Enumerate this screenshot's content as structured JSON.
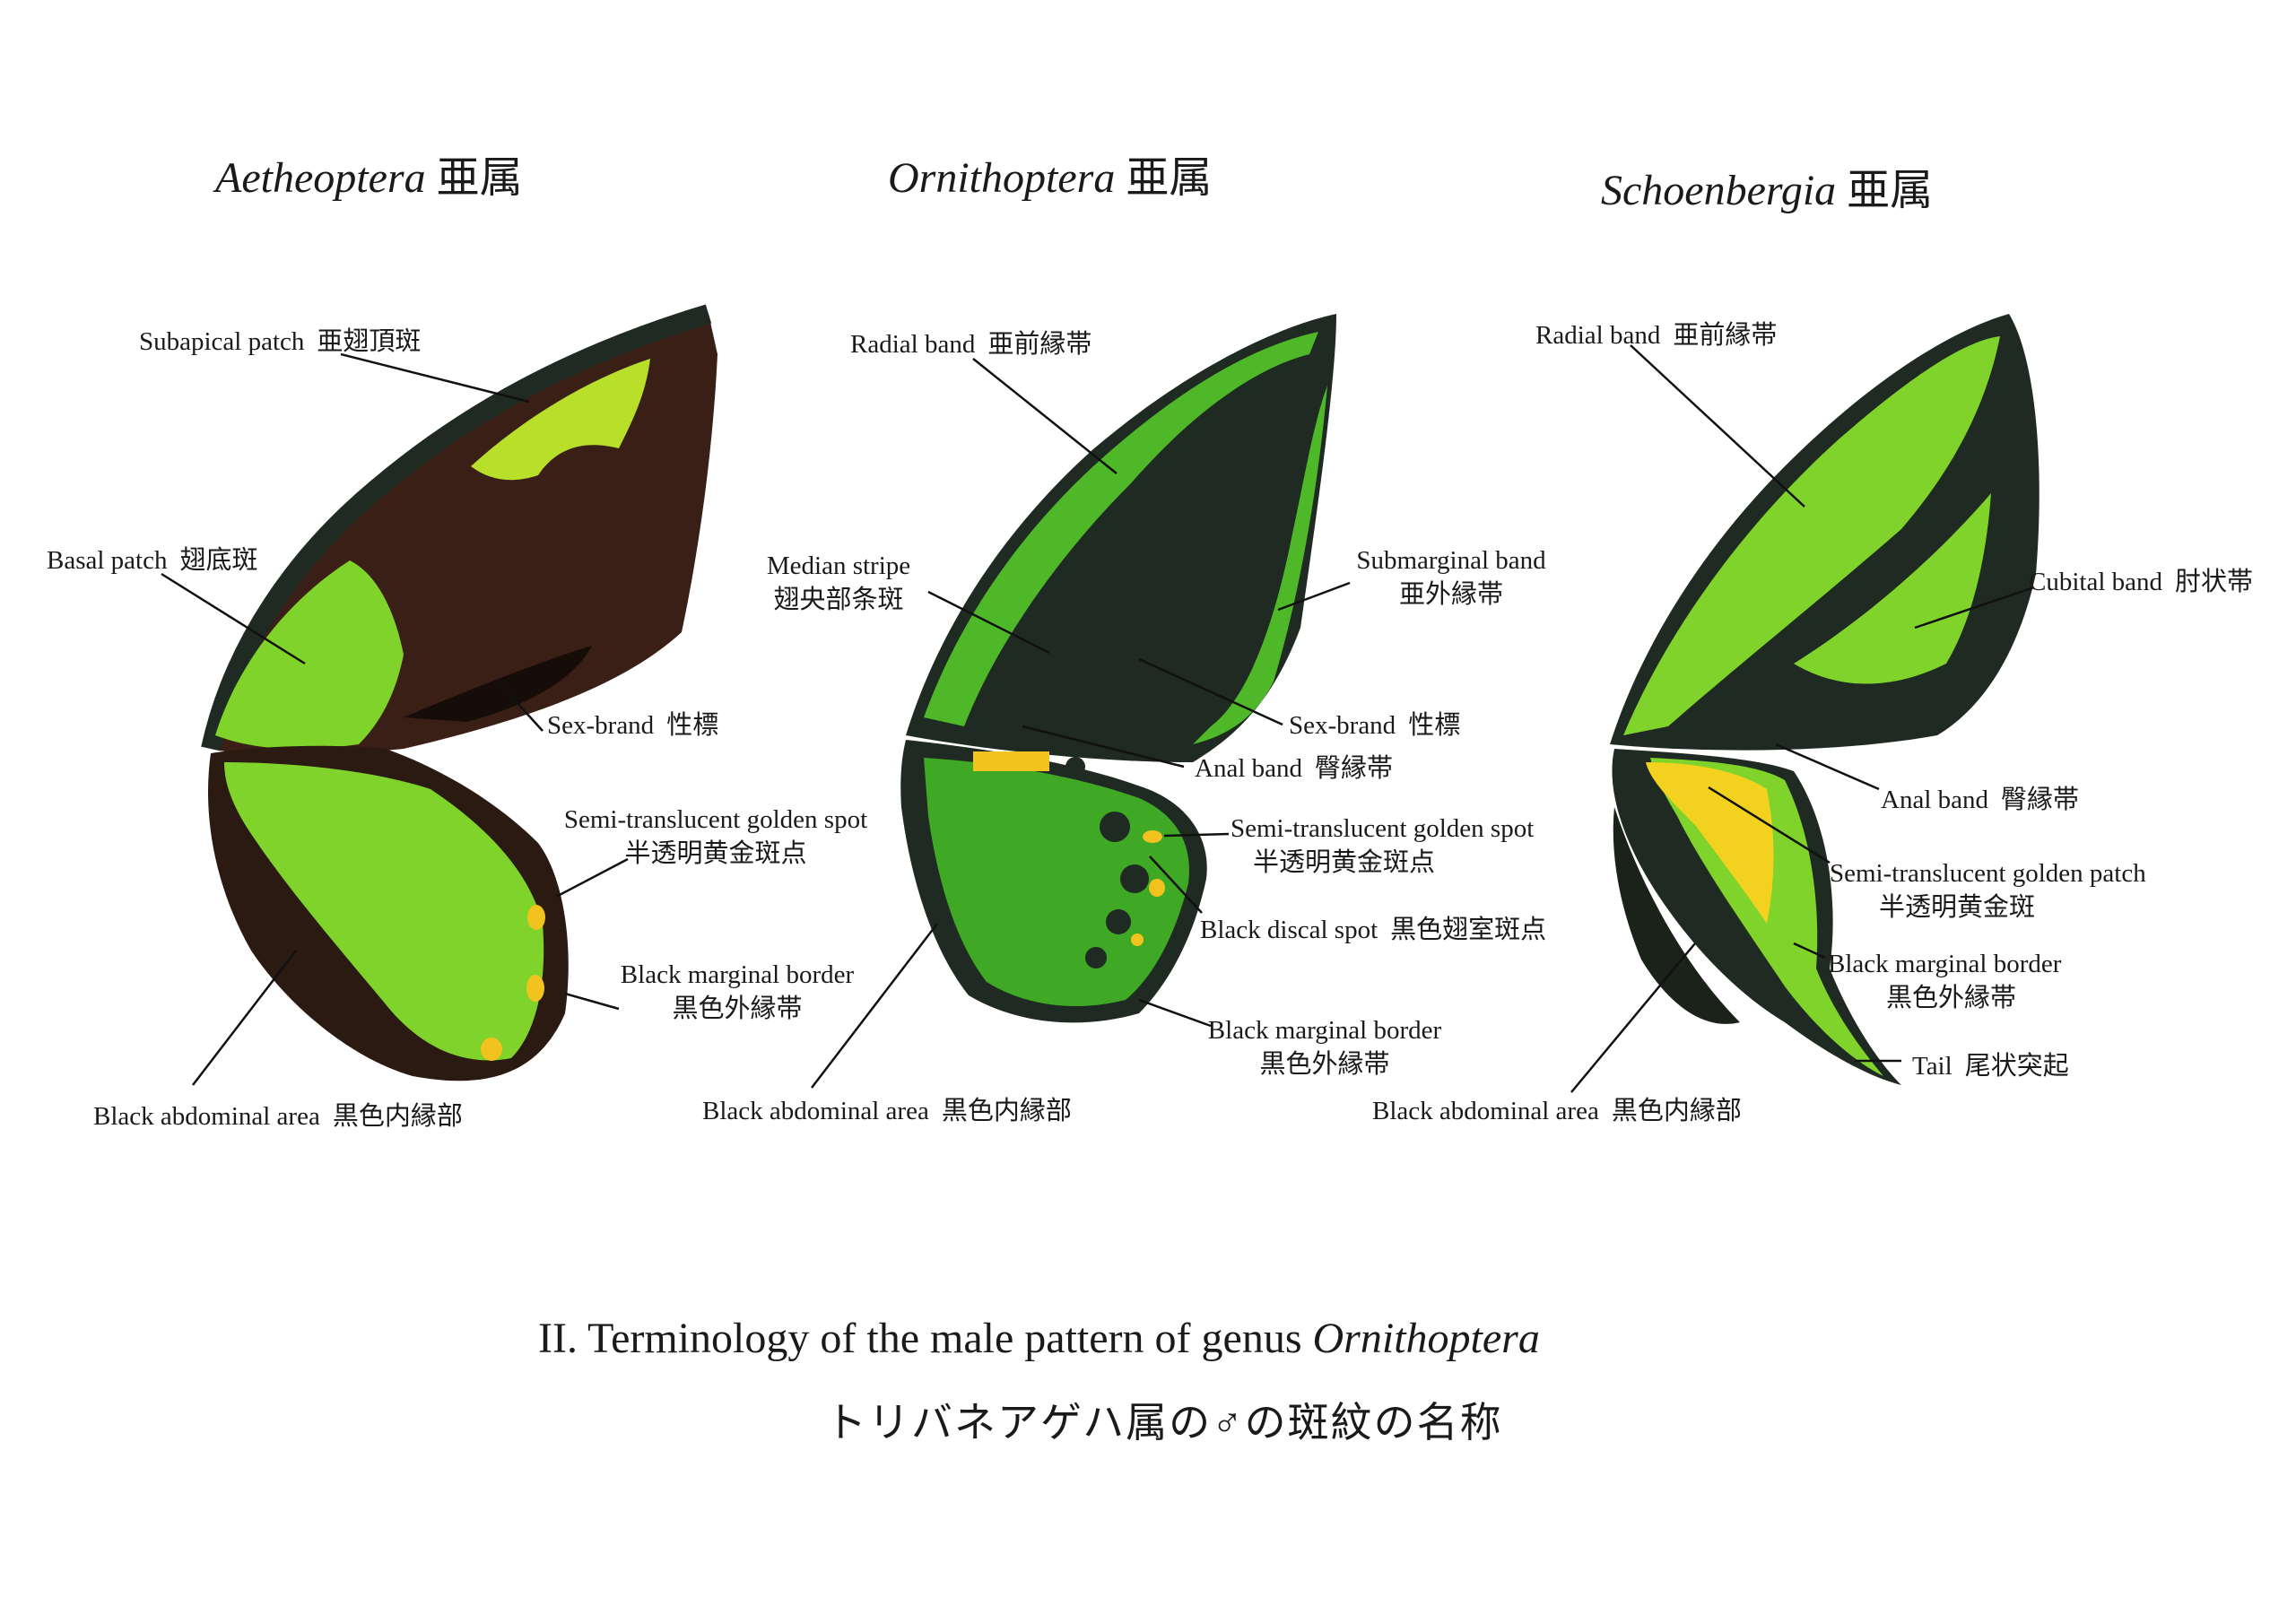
{
  "plate": {
    "background": "#ffffff",
    "colors": {
      "wing_black": "#1f2a22",
      "wing_brown": "#3a1f17",
      "green_bright": "#7fd32a",
      "green_mid": "#4fb828",
      "green_yellow": "#b8e02a",
      "gold": "#f2c21e",
      "leader_line": "#111111"
    }
  },
  "panels": [
    {
      "genus": "Aetheoptera",
      "rank_jp": "亜属",
      "labels": [
        {
          "en": "Subapical patch",
          "jp": "亜翅頂斑"
        },
        {
          "en": "Basal patch",
          "jp": "翅底斑"
        },
        {
          "en": "Sex-brand",
          "jp": "性標"
        },
        {
          "en": "Semi-translucent golden spot",
          "jp": "半透明黄金斑点"
        },
        {
          "en": "Black marginal border",
          "jp": "黒色外縁帯"
        },
        {
          "en": "Black abdominal area",
          "jp": "黒色内縁部"
        }
      ]
    },
    {
      "genus": "Ornithoptera",
      "rank_jp": "亜属",
      "labels": [
        {
          "en": "Radial band",
          "jp": "亜前縁帯"
        },
        {
          "en": "Median stripe",
          "jp": "翅央部条斑"
        },
        {
          "en": "Submarginal band",
          "jp": "亜外縁帯"
        },
        {
          "en": "Sex-brand",
          "jp": "性標"
        },
        {
          "en": "Anal band",
          "jp": "臀縁帯"
        },
        {
          "en": "Semi-translucent golden spot",
          "jp": "半透明黄金斑点"
        },
        {
          "en": "Black discal spot",
          "jp": "黒色翅室斑点"
        },
        {
          "en": "Black marginal border",
          "jp": "黒色外縁帯"
        },
        {
          "en": "Black abdominal area",
          "jp": "黒色内縁部"
        }
      ]
    },
    {
      "genus": "Schoenbergia",
      "rank_jp": "亜属",
      "labels": [
        {
          "en": "Radial band",
          "jp": "亜前縁帯"
        },
        {
          "en": "Cubital band",
          "jp": "肘状帯"
        },
        {
          "en": "Anal band",
          "jp": "臀縁帯"
        },
        {
          "en": "Semi-translucent golden patch",
          "jp": "半透明黄金斑"
        },
        {
          "en": "Black marginal border",
          "jp": "黒色外縁帯"
        },
        {
          "en": "Tail",
          "jp": "尾状突起"
        },
        {
          "en": "Black abdominal area",
          "jp": "黒色内縁部"
        }
      ]
    }
  ],
  "caption": {
    "prefix": "II.  Terminology of the male pattern of genus ",
    "genus_italic": "Ornithoptera",
    "jp": "トリバネアゲハ属の♂の斑紋の名称"
  }
}
